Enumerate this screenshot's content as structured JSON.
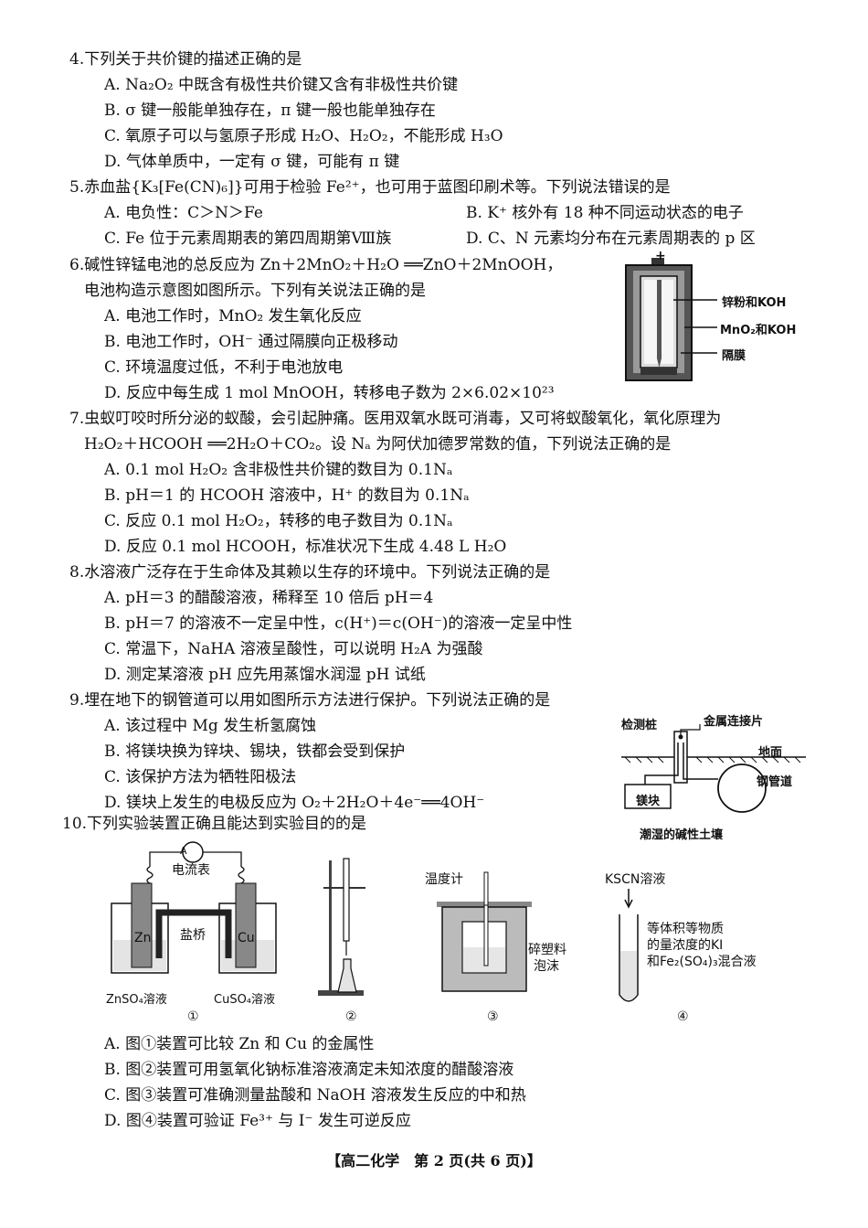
{
  "q4": {
    "stem": "4.下列关于共价键的描述正确的是",
    "A": "A. Na₂O₂ 中既含有极性共价键又含有非极性共价键",
    "B": "B. σ 键一般能单独存在，π 键一般也能单独存在",
    "C": "C. 氧原子可以与氢原子形成 H₂O、H₂O₂，不能形成 H₃O",
    "D": "D. 气体单质中，一定有 σ 键，可能有 π 键"
  },
  "q5": {
    "stem": "5.赤血盐{K₃[Fe(CN)₆]}可用于检验 Fe²⁺，也可用于蓝图印刷术等。下列说法错误的是",
    "A": "A. 电负性：C＞N＞Fe",
    "B": "B. K⁺ 核外有 18 种不同运动状态的电子",
    "C": "C. Fe 位于元素周期表的第四周期第Ⅷ族",
    "D": "D. C、N 元素均分布在元素周期表的 p 区"
  },
  "q6": {
    "stem1": "6.碱性锌锰电池的总反应为 Zn＋2MnO₂＋H₂O ══ZnO＋2MnOOH，",
    "stem2": "电池构造示意图如图所示。下列有关说法正确的是",
    "A": "A. 电池工作时，MnO₂ 发生氧化反应",
    "B": "B. 电池工作时，OH⁻ 通过隔膜向正极移动",
    "C": "C. 环境温度过低，不利于电池放电",
    "D": "D. 反应中每生成 1 mol MnOOH，转移电子数为 2×6.02×10²³",
    "fig": {
      "plus": "+",
      "label1": "锌粉和KOH",
      "label2": "MnO₂和KOH",
      "label3": "隔膜"
    }
  },
  "q7": {
    "stem1": "7.虫蚁叮咬时所分泌的蚁酸，会引起肿痛。医用双氧水既可消毒，又可将蚁酸氧化，氧化原理为",
    "stem2": "H₂O₂＋HCOOH ══2H₂O＋CO₂。设 Nₐ 为阿伏加德罗常数的值，下列说法正确的是",
    "A": "A. 0.1 mol H₂O₂ 含非极性共价键的数目为 0.1Nₐ",
    "B": "B. pH＝1 的 HCOOH 溶液中，H⁺ 的数目为 0.1Nₐ",
    "C": "C. 反应 0.1 mol H₂O₂，转移的电子数目为 0.1Nₐ",
    "D": "D. 反应 0.1 mol HCOOH，标准状况下生成 4.48 L H₂O"
  },
  "q8": {
    "stem": "8.水溶液广泛存在于生命体及其赖以生存的环境中。下列说法正确的是",
    "A": "A. pH＝3 的醋酸溶液，稀释至 10 倍后 pH＝4",
    "B": "B. pH＝7 的溶液不一定呈中性，c(H⁺)＝c(OH⁻)的溶液一定呈中性",
    "C": "C. 常温下，NaHA 溶液呈酸性，可以说明 H₂A 为强酸",
    "D": "D. 测定某溶液 pH 应先用蒸馏水润湿 pH 试纸"
  },
  "q9": {
    "stem": "9.埋在地下的钢管道可以用如图所示方法进行保护。下列说法正确的是",
    "A": "A. 该过程中 Mg 发生析氢腐蚀",
    "B": "B. 将镁块换为锌块、锡块，铁都会受到保护",
    "C": "C. 该保护方法为牺牲阳极法",
    "D": "D. 镁块上发生的电极反应为 O₂＋2H₂O＋4e⁻══4OH⁻",
    "fig": {
      "l1": "检测桩",
      "l2": "金属连接片",
      "l3": "地面",
      "l4": "钢管道",
      "l5": "镁块",
      "l6": "潮湿的碱性土壤"
    }
  },
  "q10": {
    "stem": "10.下列实验装置正确且能达到实验目的的是",
    "fig1": {
      "meter": "A",
      "ammeter": "电流表",
      "zn": "Zn",
      "cu": "Cu",
      "bridge": "盐桥",
      "sol1": "ZnSO₄溶液",
      "sol2": "CuSO₄溶液",
      "num": "①"
    },
    "fig2": {
      "num": "②"
    },
    "fig3": {
      "thermo": "温度计",
      "foam1": "碎塑料",
      "foam2": "泡沫",
      "num": "③"
    },
    "fig4": {
      "reagent": "KSCN溶液",
      "t1": "等体积等物质",
      "t2": "的量浓度的KI",
      "t3": "和Fe₂(SO₄)₃混合液",
      "num": "④"
    },
    "A": "A. 图①装置可比较 Zn 和 Cu 的金属性",
    "B": "B. 图②装置可用氢氧化钠标准溶液滴定未知浓度的醋酸溶液",
    "C": "C. 图③装置可准确测量盐酸和 NaOH 溶液发生反应的中和热",
    "D": "D. 图④装置可验证 Fe³⁺ 与 I⁻ 发生可逆反应"
  },
  "footer": "【高二化学　第 2 页(共 6 页)】"
}
